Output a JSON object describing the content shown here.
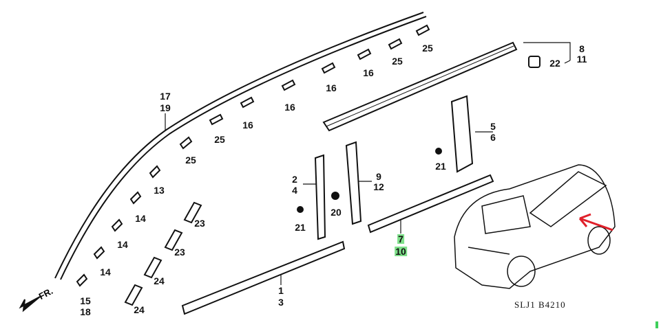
{
  "diagram": {
    "code": "SLJ1  B4210",
    "front_label": "FR.",
    "highlight_color": "#7ee08a",
    "arrow_color": "#e0202a",
    "part_labels": [
      "17",
      "19",
      "16",
      "16",
      "16",
      "16",
      "25",
      "25",
      "25",
      "25",
      "13",
      "14",
      "14",
      "14",
      "15",
      "18",
      "23",
      "23",
      "24",
      "24",
      "2",
      "4",
      "21",
      "20",
      "9",
      "12",
      "5",
      "6",
      "21",
      "8",
      "11",
      "22",
      "1",
      "3",
      "7",
      "10"
    ]
  }
}
